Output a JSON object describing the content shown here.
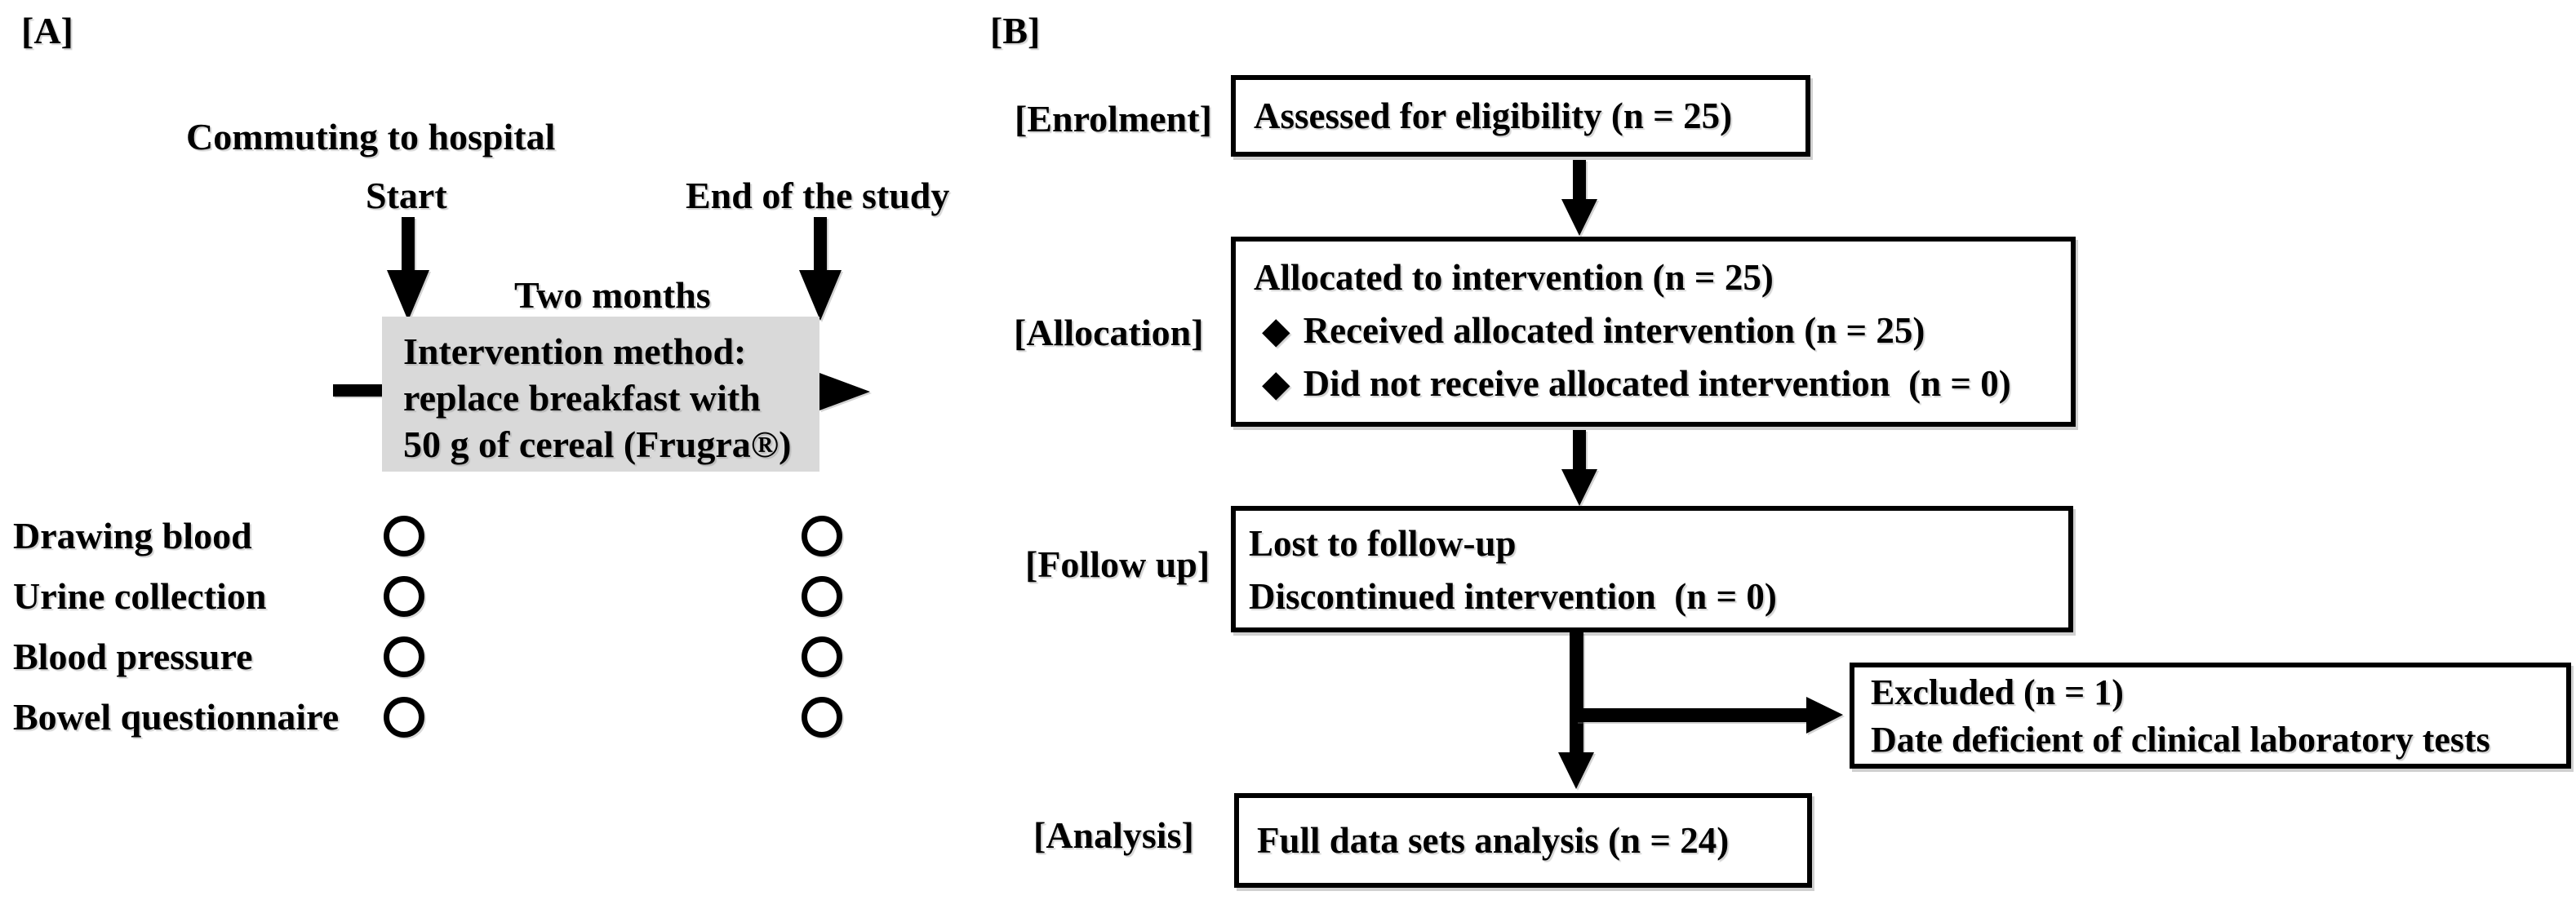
{
  "figure": {
    "panel_a_label": "[A]",
    "panel_b_label": "[B]"
  },
  "panel_a": {
    "header": "Commuting to hospital",
    "start_label": "Start",
    "end_label": "End of the study",
    "duration_label": "Two months",
    "intervention_box": {
      "line1": "Intervention method:",
      "line2": "replace breakfast with",
      "line3": "50 g of cereal (Frugra®)"
    },
    "measurements": [
      {
        "label": "Drawing blood"
      },
      {
        "label": "Urine collection"
      },
      {
        "label": "Blood pressure"
      },
      {
        "label": "Bowel questionnaire"
      }
    ]
  },
  "panel_b": {
    "diamond_bullet": "◆",
    "stage_labels": {
      "enrolment": "[Enrolment]",
      "allocation": "[Allocation]",
      "followup": "[Follow up]",
      "analysis": "[Analysis]"
    },
    "boxes": {
      "assessed": {
        "line1": "Assessed for eligibility (n = 25)"
      },
      "allocated": {
        "line1": "Allocated to intervention (n = 25)",
        "bullet1": "Received allocated intervention (n = 25)",
        "bullet2": "Did not receive allocated intervention  (n = 0)"
      },
      "followup": {
        "line1": "Lost to follow-up",
        "line2": "Discontinued intervention  (n = 0)"
      },
      "excluded": {
        "line1": "Excluded (n = 1)",
        "line2": "Date deficient of clinical laboratory tests"
      },
      "analysis": {
        "line1": "Full data sets analysis (n = 24)"
      }
    }
  },
  "colors": {
    "ink": "#000000",
    "intervention_box_fill": "#d9d9d9",
    "background": "#ffffff"
  }
}
